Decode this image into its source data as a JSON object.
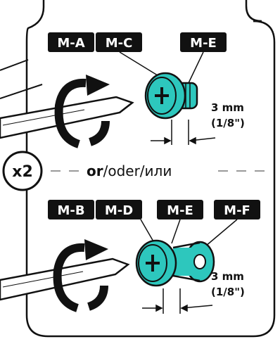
{
  "colors": {
    "accent": "#2dc7bd",
    "ink": "#111111",
    "tag_bg": "#111111"
  },
  "top": {
    "labels": [
      "M-A",
      "M-C",
      "M-E"
    ],
    "dimension": {
      "line1": "3 mm",
      "line2": "(1/8\")"
    }
  },
  "divider": {
    "multiplier": "x2",
    "or_bold": "or",
    "or_rest": "/oder/или"
  },
  "bottom": {
    "labels": [
      "M-B",
      "M-D",
      "M-E",
      "M-F"
    ],
    "dimension": {
      "line1": "3 mm",
      "line2": "(1/8\")"
    }
  },
  "icons": [
    "screwdriver-icon",
    "clockwise-arrow-icon",
    "screw-icon",
    "spacer-icon"
  ]
}
